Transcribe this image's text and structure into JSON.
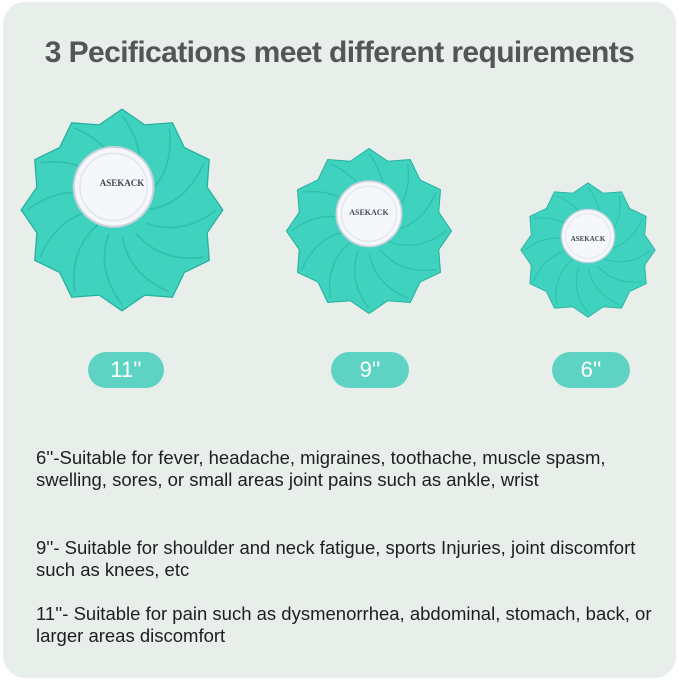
{
  "title": "3 Pecifications meet different requirements",
  "brand": "ASEKACK",
  "colors": {
    "bag": "#3fd2bf",
    "bag_dark": "#25b09e",
    "pill": "#5fd3c3",
    "background": "#e8eeea",
    "title": "#555555"
  },
  "sizes": [
    {
      "label": "11''"
    },
    {
      "label": "9''"
    },
    {
      "label": "6''"
    }
  ],
  "descriptions": [
    "6''-Suitable for fever, headache, migraines, toothache, muscle spasm, swelling, sores, or small areas joint pains such as ankle, wrist",
    "9''- Suitable for shoulder and neck fatigue, sports Injuries, joint discomfort such as knees, etc",
    "11''- Suitable for pain such as dysmenorrhea, abdominal, stomach, back, or larger areas discomfort"
  ]
}
